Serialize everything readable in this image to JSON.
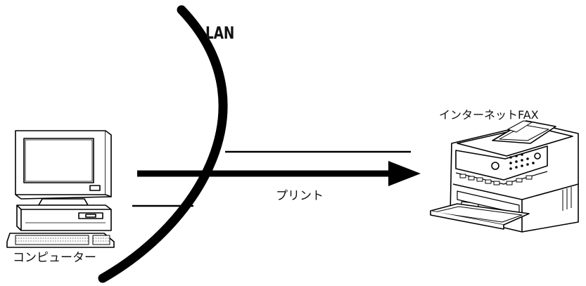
{
  "labels": {
    "lan": "LAN",
    "fax": "インターネットFAX",
    "print": "プリント",
    "computer": "コンピューター"
  },
  "icons": {
    "computer": "desktop-computer-icon",
    "fax": "fax-machine-icon"
  },
  "colors": {
    "ink": "#000000",
    "background": "#ffffff"
  }
}
